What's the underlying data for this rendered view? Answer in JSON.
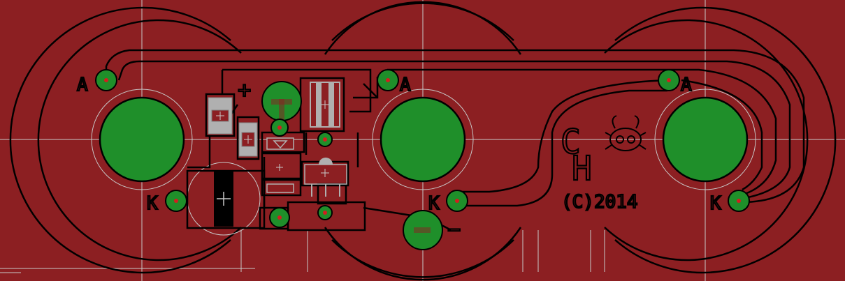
{
  "colors": {
    "copper": "#8c1f22",
    "pad": "#1f8f2a",
    "trace": "#000000",
    "grid": "#c8c8c8",
    "via": "#d02020"
  },
  "labels": {
    "anode_1": "A",
    "anode_2": "A",
    "anode_3": "A",
    "cathode_1": "K",
    "cathode_2": "K",
    "cathode_3": "K",
    "plus": "+",
    "minus": "−",
    "logo_c": "C",
    "logo_h": "H",
    "copyright": "(C)2014",
    "part_marker": "+"
  }
}
